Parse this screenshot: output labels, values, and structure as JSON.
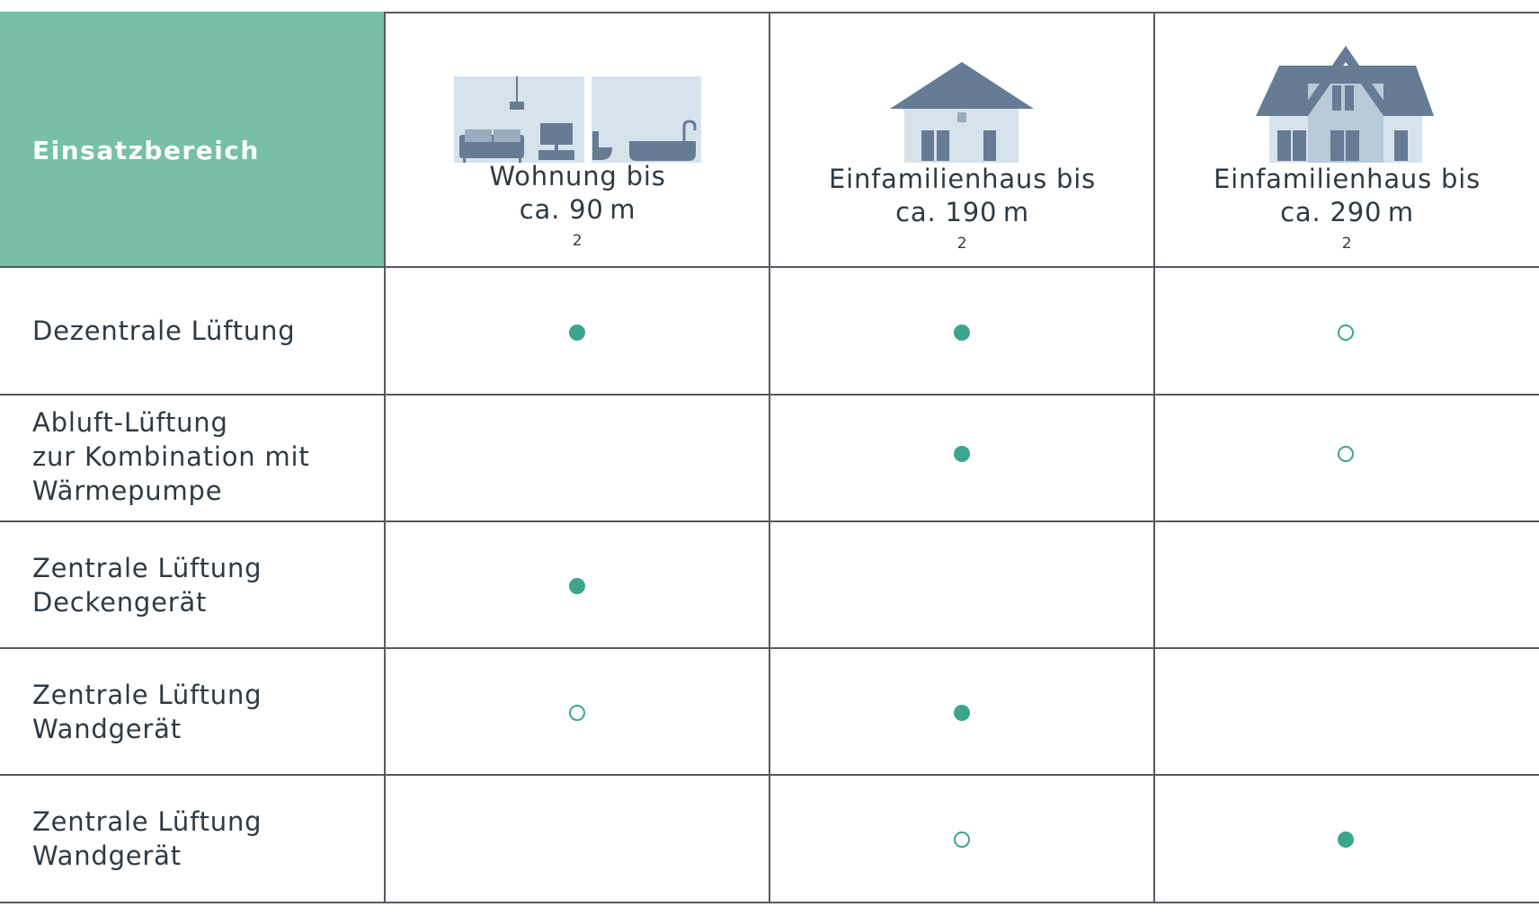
{
  "header": {
    "title": "Einsatzbereich"
  },
  "columns": [
    {
      "icon": "apartment-rooms-icon",
      "line1": "Wohnung bis",
      "line2": "ca. 90 m",
      "sup": "2"
    },
    {
      "icon": "single-family-house-small-icon",
      "line1": "Einfamilienhaus bis",
      "line2": "ca. 190 m",
      "sup": "2"
    },
    {
      "icon": "single-family-house-large-icon",
      "line1": "Einfamilienhaus bis",
      "line2": "ca. 290 m",
      "sup": "2"
    }
  ],
  "rows": [
    {
      "lines": [
        "Dezentrale Lüftung"
      ],
      "marks": [
        "full",
        "full",
        "empty"
      ]
    },
    {
      "lines": [
        "Abluft-Lüftung",
        "zur Kombination mit",
        "Wärmepumpe"
      ],
      "marks": [
        "none",
        "full",
        "empty"
      ]
    },
    {
      "lines": [
        "Zentrale Lüftung",
        "Deckengerät"
      ],
      "marks": [
        "full",
        "none",
        "none"
      ]
    },
    {
      "lines": [
        "Zentrale Lüftung",
        "Wandgerät"
      ],
      "marks": [
        "empty",
        "full",
        "none"
      ]
    },
    {
      "lines": [
        "Zentrale Lüftung",
        "Wandgerät"
      ],
      "marks": [
        "none",
        "empty",
        "full"
      ]
    }
  ],
  "legend_meaning": {
    "full": "filled circle",
    "empty": "hollow circle"
  },
  "colors": {
    "header_bg": "#77bfa9",
    "dot": "#3ba58e",
    "icon_dark": "#667b94",
    "icon_light": "#d7e3ec"
  }
}
